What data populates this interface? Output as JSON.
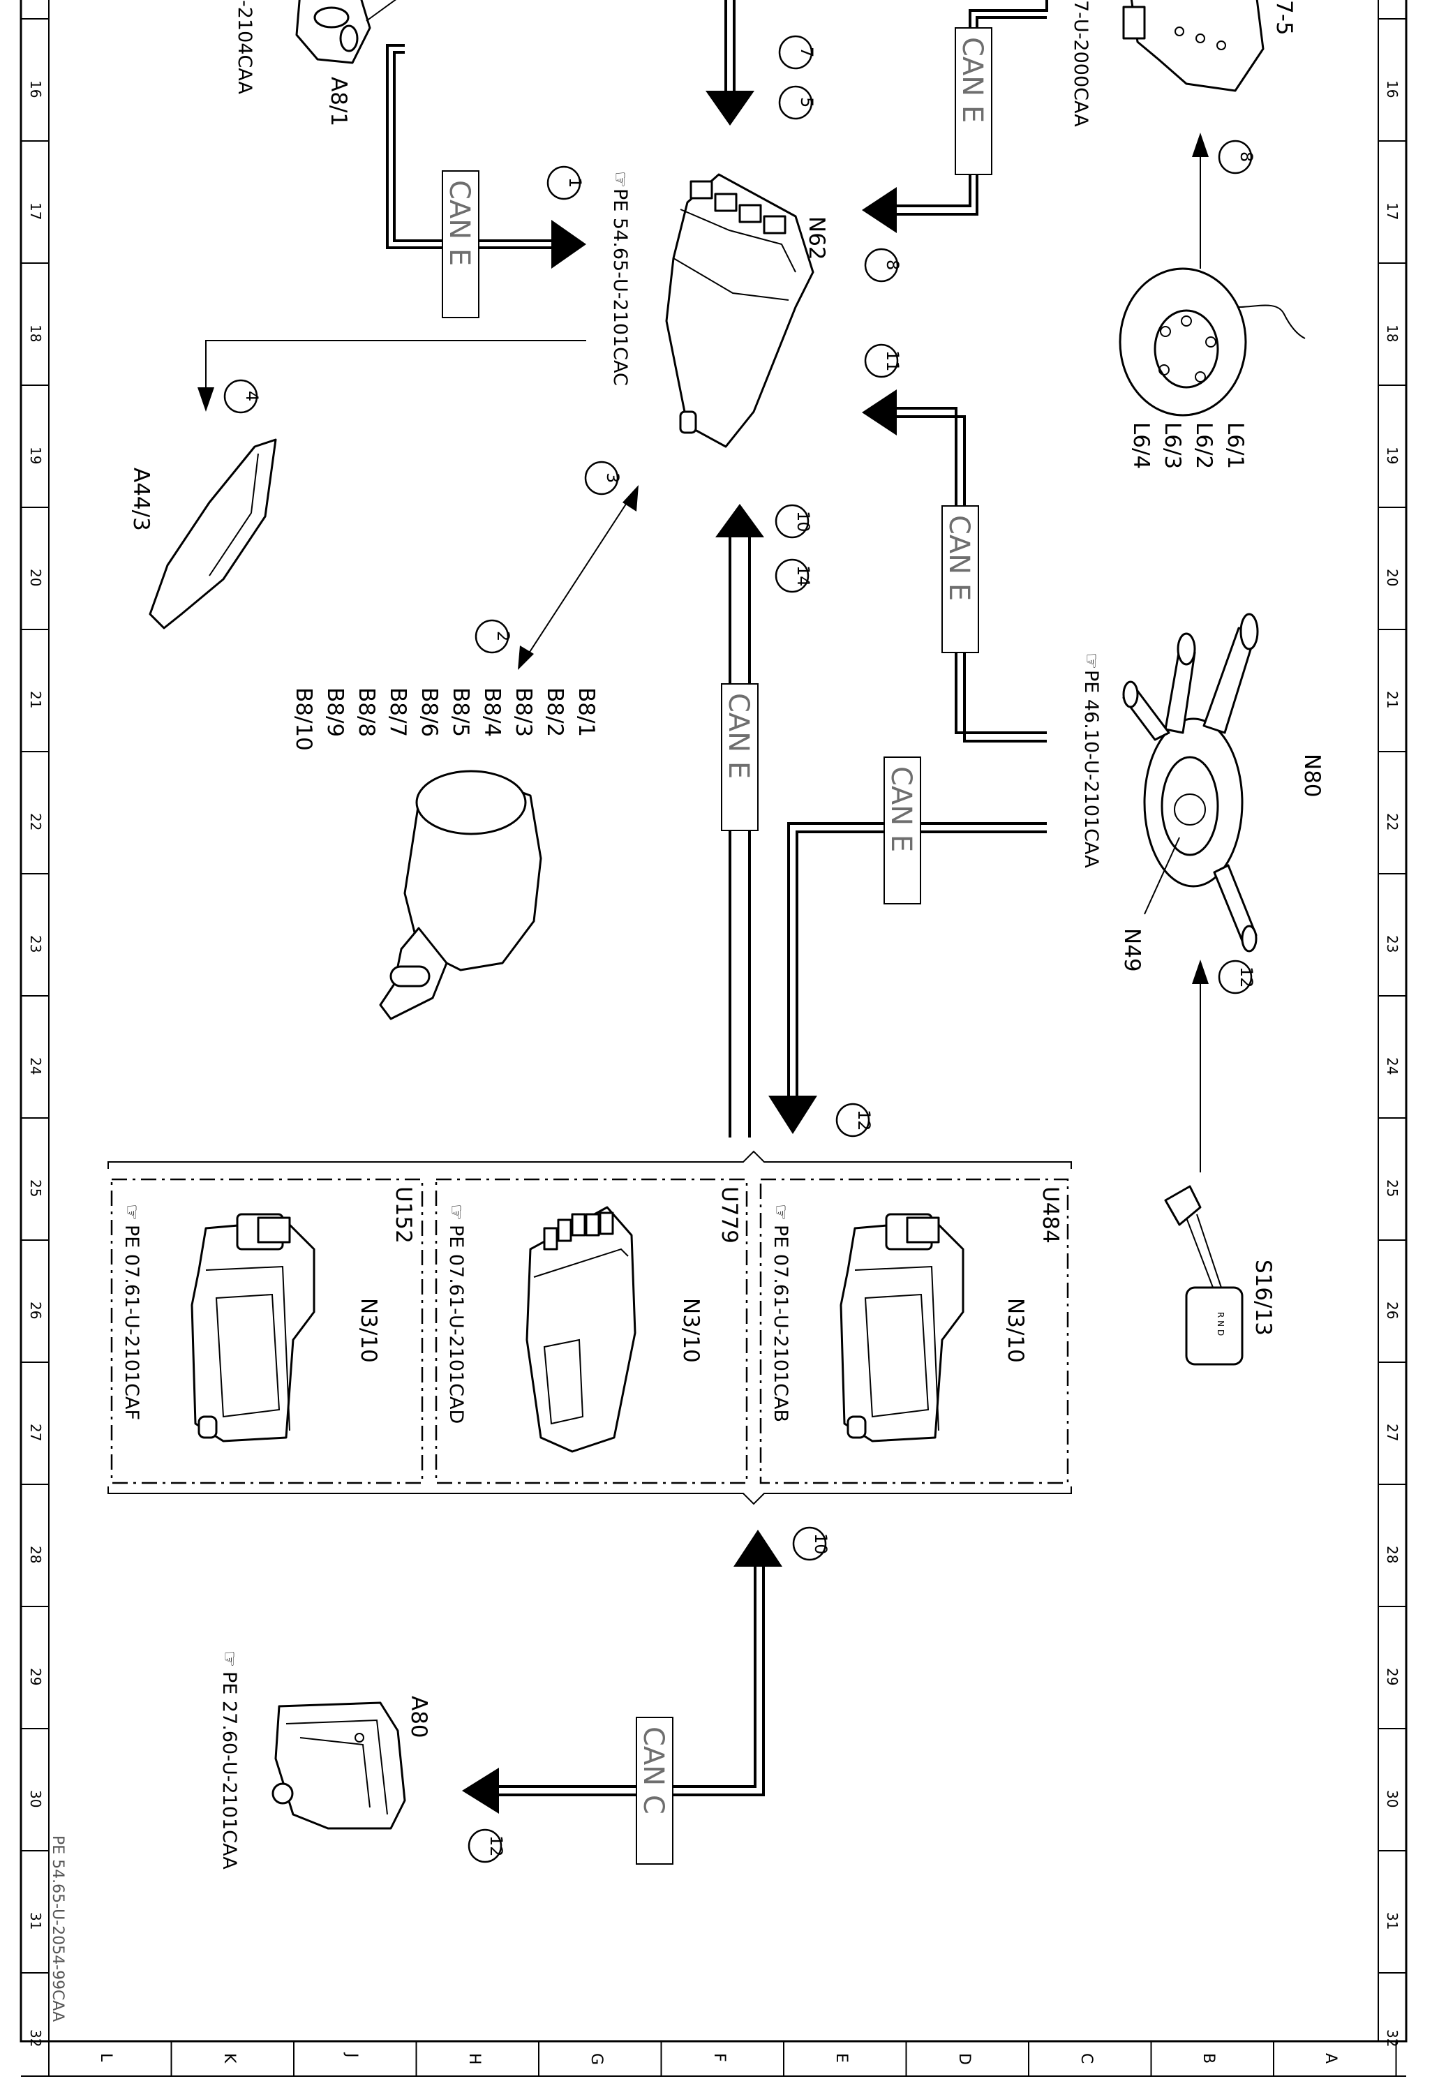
{
  "frame": {
    "row_numbers": [
      "16",
      "17",
      "18",
      "19",
      "20",
      "21",
      "22",
      "23",
      "24",
      "25",
      "26",
      "27",
      "28",
      "29",
      "30",
      "31",
      "32"
    ],
    "column_letters": [
      "L",
      "K",
      "J",
      "H",
      "G",
      "F",
      "E",
      "D",
      "C",
      "B",
      "A"
    ]
  },
  "components": {
    "a8_1": {
      "label": "A8/1",
      "ref_fragment": "-2104CAA"
    },
    "n62": {
      "label": "N62",
      "ref": "PE 54.65-U-2101CAC"
    },
    "a44_3": {
      "label": "A44/3"
    },
    "b8": {
      "labels": [
        "B8/1",
        "B8/2",
        "B8/3",
        "B8/4",
        "B8/5",
        "B8/6",
        "B8/7",
        "B8/8",
        "B8/9",
        "B8/10"
      ]
    },
    "top_right": {
      "label_fragment": "7-5",
      "ref_fragment": "7-U-2000CAA"
    },
    "l6": {
      "labels": [
        "L6/1",
        "L6/2",
        "L6/3",
        "L6/4"
      ]
    },
    "n80": {
      "label": "N80",
      "ref": "PE 46.10-U-2101CAA"
    },
    "n49": {
      "label": "N49"
    },
    "s16_13": {
      "label": "S16/13"
    },
    "u484": {
      "variant": "U484",
      "label": "N3/10",
      "ref": "PE 07.61-U-2101CAB"
    },
    "u779": {
      "variant": "U779",
      "label": "N3/10",
      "ref": "PE 07.61-U-2101CAD"
    },
    "u152": {
      "variant": "U152",
      "label": "N3/10",
      "ref": "PE 07.61-U-2101CAF"
    },
    "a80": {
      "label": "A80",
      "ref": "PE 27.60-U-2101CAA"
    }
  },
  "buses": {
    "can_e": "CAN E",
    "can_c": "CAN C"
  },
  "callouts": {
    "c1": "1",
    "c2": "2",
    "c3": "3",
    "c4": "4",
    "c5": "5",
    "c7": "7",
    "c8a": "8",
    "c8b": "8",
    "c10a": "10",
    "c10b": "10",
    "c11": "11",
    "c12a": "12",
    "c12b": "12",
    "c12c": "12",
    "c14": "14"
  },
  "footer": {
    "doc_id": "PE 54.65-U-2054-99CAA"
  }
}
